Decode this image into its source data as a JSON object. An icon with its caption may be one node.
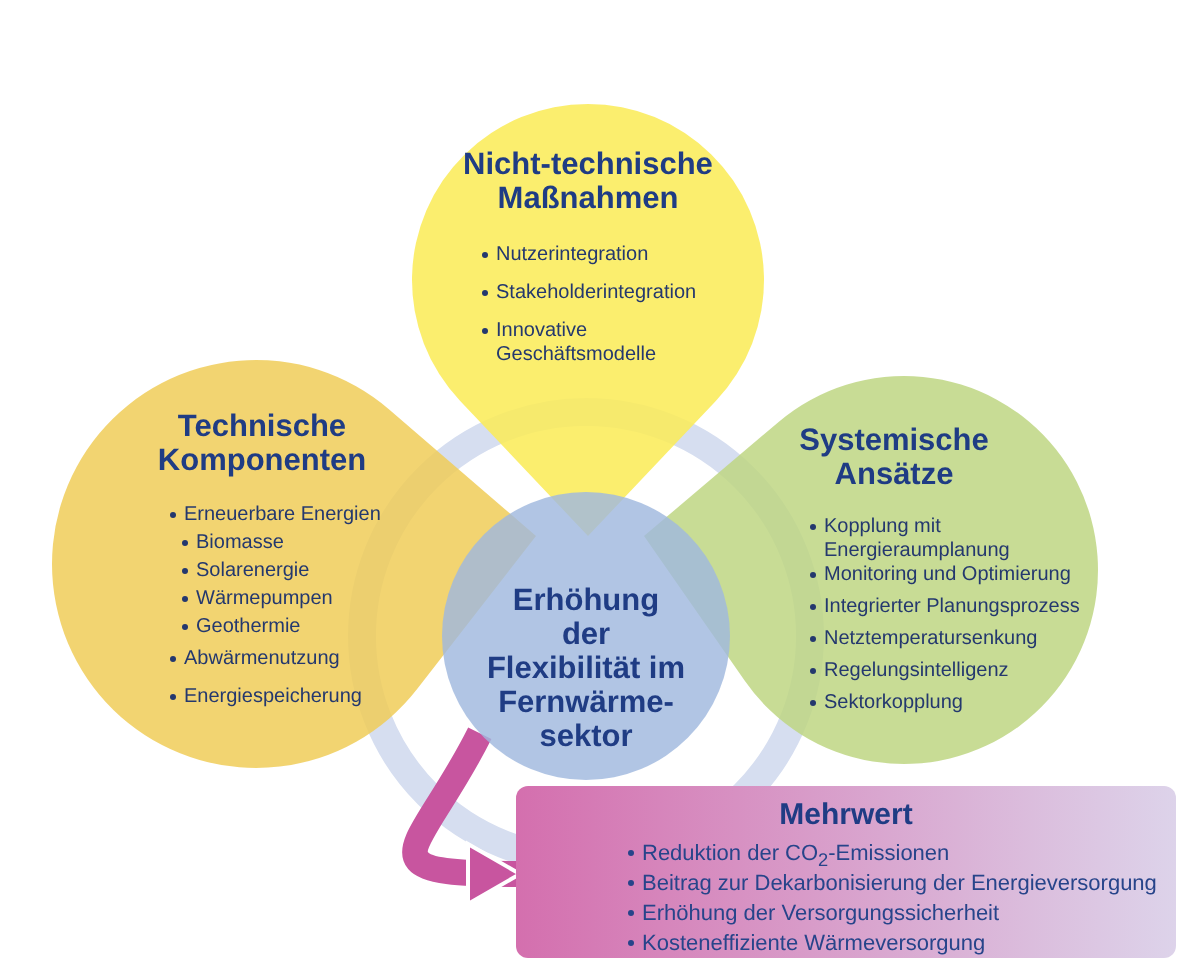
{
  "diagram": {
    "nodes": [
      {
        "text": [
          "Nicht-technische Maßnahmen",
          "Nutzerintegration",
          "Stakeholderintegration",
          "Innovative Geschäftsmodelle"
        ]
      },
      {
        "text": [
          "Technische Komponenten",
          "Erneuerbare Energien",
          "Biomasse",
          "Solarenergie",
          "Wärmepumpen",
          "Geothermie",
          "Abwärmenutzung",
          "Energiespeicherung"
        ]
      },
      {
        "text": [
          "Systemische Ansätze",
          "Kopplung mit Energieraumplanung",
          "Monitoring und Optimierung",
          "Integrierter Planungsprozess",
          "Netztemperatursenkung",
          "Regelungsintelligenz",
          "Sektorkopplung"
        ]
      },
      {
        "text": [
          "Erhöhung der Flexibilität im Fernwärme-sektor"
        ]
      },
      {
        "text": [
          "Mehrwert",
          "Reduktion der CO$_{2}$-Emissionen",
          "Beitrag zur Dekarbonisierung der Energieversorgung",
          "Erhöhung der Versorgungssicherheit",
          "Kosteneffiziente Wärmeversorgung"
        ]
      }
    ],
    "edges": [
      {
        "from": 3,
        "to": 4,
        "arrow": "to"
      }
    ]
  }
}
